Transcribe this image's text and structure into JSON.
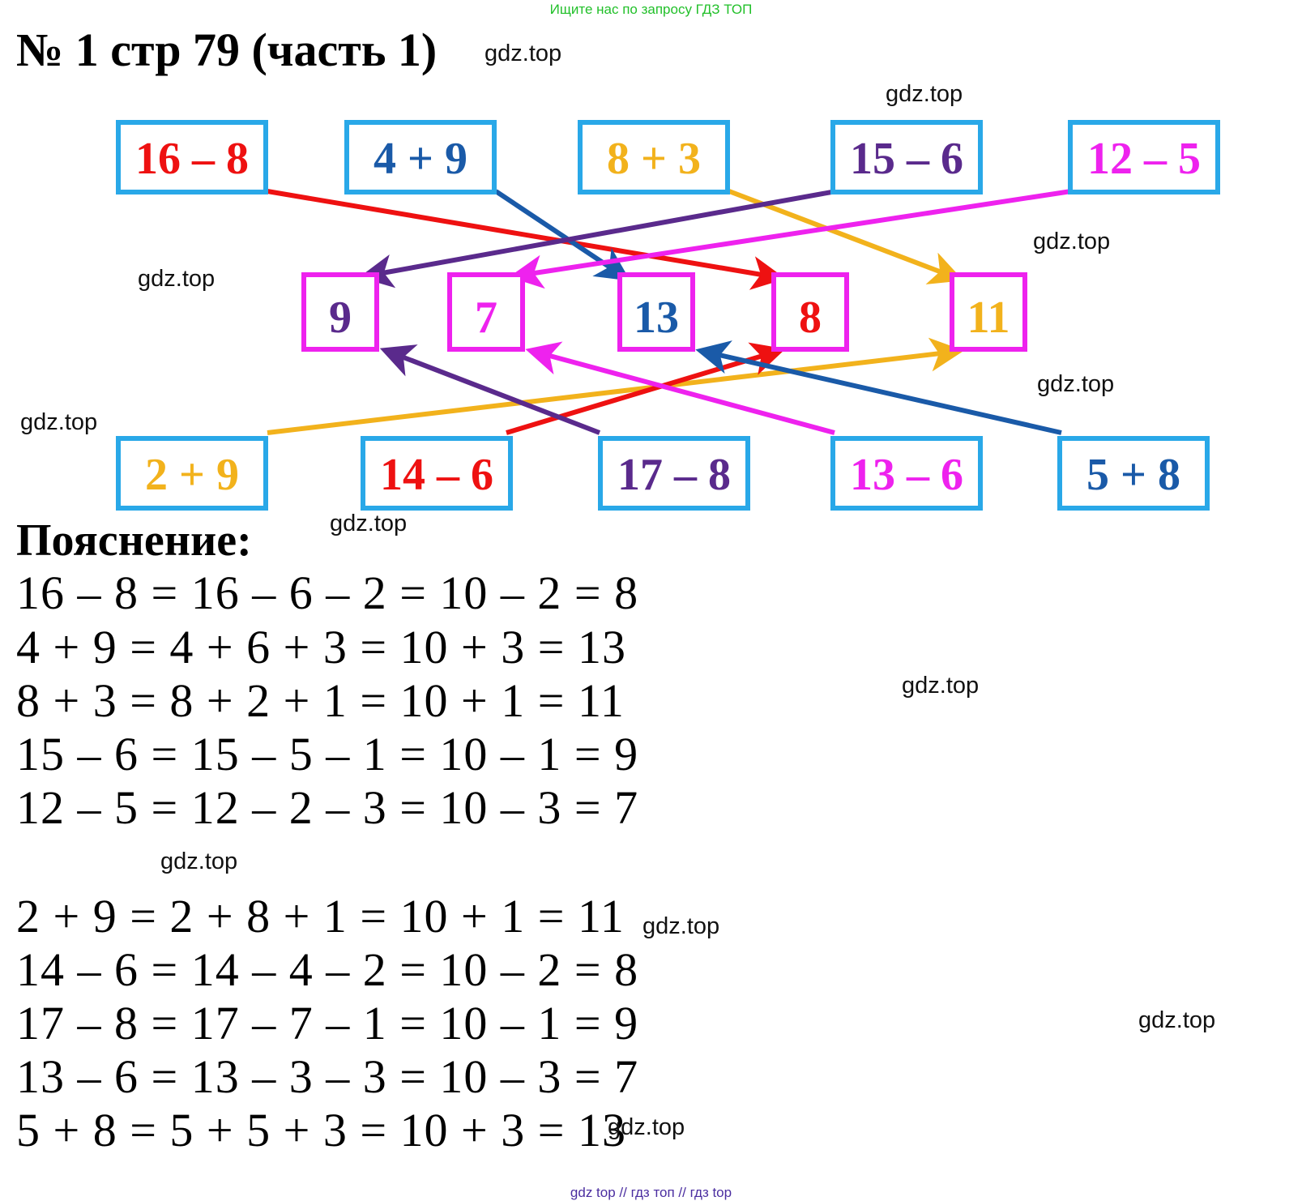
{
  "banner": "Ищите нас по запросу ГДЗ ТОП",
  "title": "№ 1 стр 79 (часть 1)",
  "watermark": "gdz.top",
  "colors": {
    "red": "#ee1111",
    "blue": "#1a5aa8",
    "orange": "#f2b21c",
    "purple": "#5a2a8c",
    "magenta": "#ee22ee",
    "box_border": "#29a8e8",
    "answer_border": "#ee22ee"
  },
  "top_expressions": [
    "16 – 8",
    "4 + 9",
    "8 + 3",
    "15 – 6",
    "12 – 5"
  ],
  "answers": [
    "9",
    "7",
    "13",
    "8",
    "11"
  ],
  "bottom_expressions": [
    "2 + 9",
    "14 – 6",
    "17 – 8",
    "13 – 6",
    "5 + 8"
  ],
  "explanation_title": "Пояснение:",
  "equations_1": [
    "16 – 8 = 16 – 6 – 2 = 10 – 2 = 8",
    "4 + 9 = 4 + 6 + 3 = 10 + 3 = 13",
    "8 + 3 = 8 + 2 + 1 = 10 + 1 = 11",
    "15 – 6 = 15 – 5 – 1 = 10 – 1 = 9",
    "12 – 5 = 12 – 2 – 3 = 10 – 3 = 7"
  ],
  "equations_2": [
    "2 + 9 = 2 + 8 + 1 = 10 + 1 = 11",
    "14 – 6 = 14 – 4 – 2 = 10 – 2 = 8",
    "17 – 8 = 17 – 7 – 1 = 10 – 1 = 9",
    "13 – 6 = 13 – 3 – 3 = 10 – 3 = 7",
    "5 + 8 = 5 + 5 + 3 = 10 + 3 = 13"
  ],
  "footer": "gdz top  //  гдз топ  //  гдз top"
}
